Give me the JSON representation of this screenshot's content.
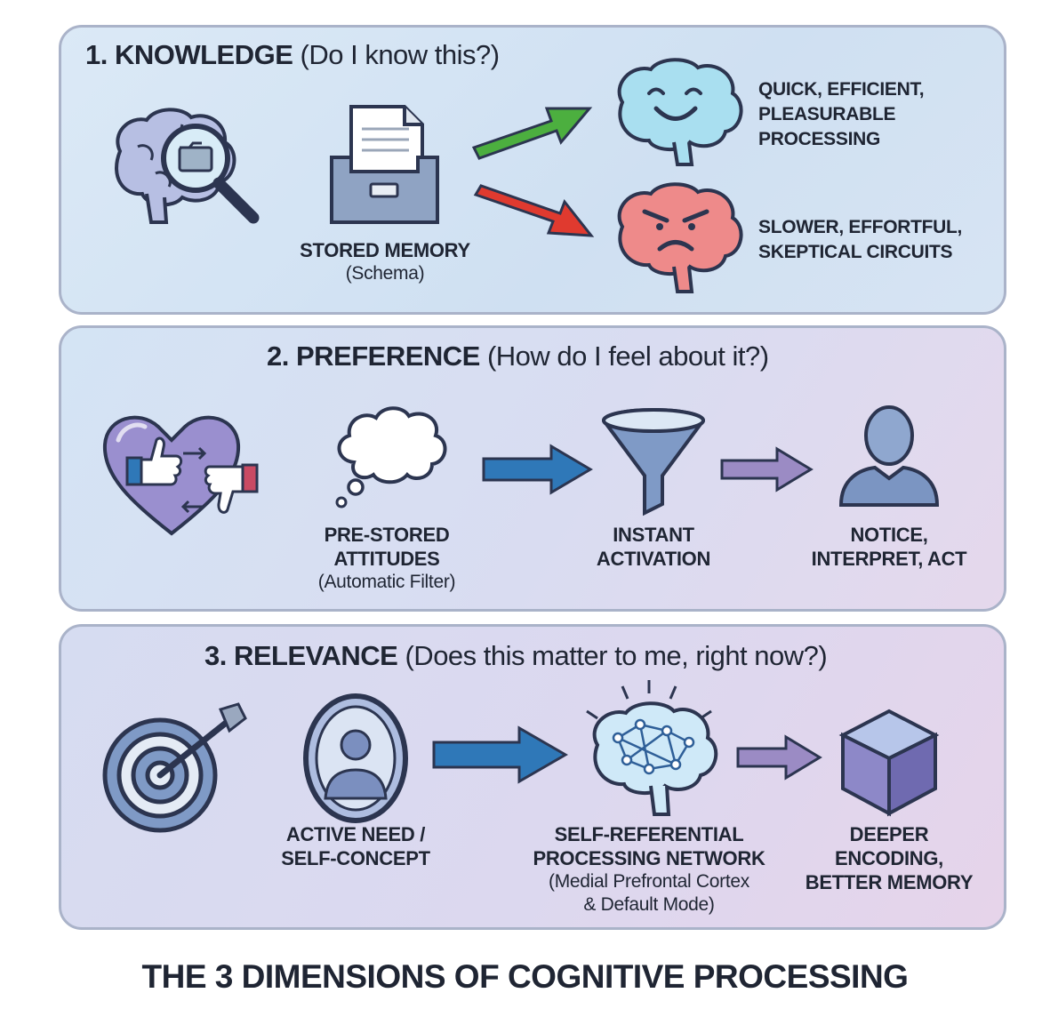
{
  "knowledge": {
    "number": "1. KNOWLEDGE",
    "question": "(Do I know this?)",
    "memory_label": "STORED MEMORY",
    "memory_sub": "(Schema)",
    "quick_label": [
      "QUICK, EFFICIENT,",
      "PLEASURABLE",
      "PROCESSING"
    ],
    "slow_label": [
      "SLOWER, EFFORTFUL,",
      "SKEPTICAL CIRCUITS"
    ]
  },
  "preference": {
    "number": "2. PREFERENCE",
    "question": "(How do I feel about it?)",
    "attitudes_label": [
      "PRE-STORED",
      "ATTITUDES"
    ],
    "attitudes_sub": "(Automatic Filter)",
    "activation_label": [
      "INSTANT",
      "ACTIVATION"
    ],
    "notice_label": [
      "NOTICE,",
      "INTERPRET, ACT"
    ]
  },
  "relevance": {
    "number": "3. RELEVANCE",
    "question": "(Does this matter to me, right now?)",
    "need_label": [
      "ACTIVE NEED /",
      "SELF-CONCEPT"
    ],
    "network_label": [
      "SELF-REFERENTIAL",
      "PROCESSING NETWORK"
    ],
    "network_sub": [
      "(Medial Prefrontal Cortex",
      "& Default Mode)"
    ],
    "encoding_label": [
      "DEEPER",
      "ENCODING,",
      "BETTER MEMORY"
    ]
  },
  "footer_title": "THE 3 DIMENSIONS OF COGNITIVE PROCESSING",
  "colors": {
    "green_arrow": "#4caf3f",
    "red_arrow": "#e03a2f",
    "blue_arrow": "#2f78b8",
    "purple_arrow": "#8a7bb8",
    "happy_brain": "#a9dff0",
    "angry_brain": "#ee8a8a"
  },
  "icons": [
    "brain-magnifier-icon",
    "file-drawer-icon",
    "happy-brain-icon",
    "angry-brain-icon",
    "heart-thumbs-icon",
    "thought-cloud-icon",
    "funnel-icon",
    "person-icon",
    "target-icon",
    "mirror-person-icon",
    "network-brain-icon",
    "cube-icon"
  ]
}
